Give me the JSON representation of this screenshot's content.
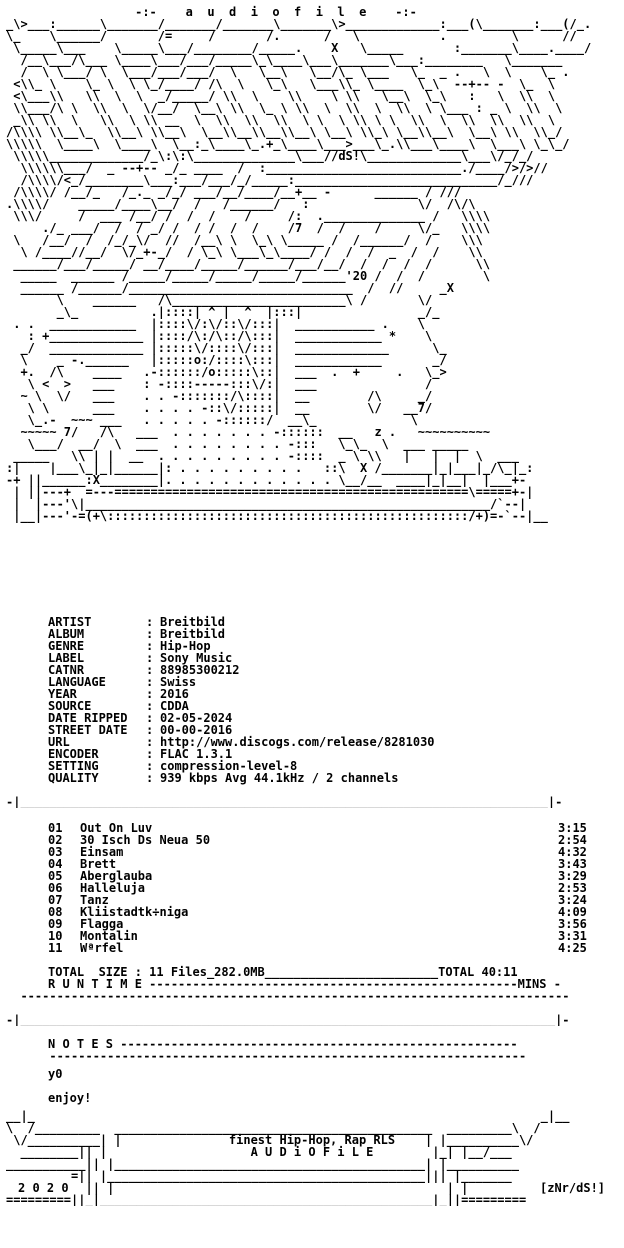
{
  "header": {
    "title": "-:-    a  u  d  i  o  f  i  l  e    -:-",
    "art_tag_ds": "/dS!",
    "art_tag_year": "'20",
    "art_tag_7": "/7"
  },
  "info": {
    "fields": [
      {
        "key": "ARTIST",
        "value": "Breitbild"
      },
      {
        "key": "ALBUM",
        "value": "Breitbild"
      },
      {
        "key": "GENRE",
        "value": "Hip-Hop"
      },
      {
        "key": "LABEL",
        "value": "Sony Music"
      },
      {
        "key": "CATNR",
        "value": "88985300212"
      },
      {
        "key": "LANGUAGE",
        "value": "Swiss"
      },
      {
        "key": "YEAR",
        "value": "2016"
      },
      {
        "key": "SOURCE",
        "value": "CDDA"
      },
      {
        "key": "DATE RIPPED",
        "value": "02-05-2024"
      },
      {
        "key": "STREET DATE",
        "value": "00-00-2016"
      },
      {
        "key": "URL",
        "value": "http://www.discogs.com/release/8281030"
      },
      {
        "key": "ENCODER",
        "value": "FLAC 1.3.1"
      },
      {
        "key": "SETTING",
        "value": "compression-level-8"
      },
      {
        "key": "QUALITY",
        "value": "939 kbps Avg 44.1kHz / 2 channels"
      }
    ]
  },
  "tracklist": {
    "tracks": [
      {
        "no": "01",
        "title": "Out On Luv",
        "duration": "3:15"
      },
      {
        "no": "02",
        "title": "30 Isch Ds Neua 50",
        "duration": "2:54"
      },
      {
        "no": "03",
        "title": "Einsam",
        "duration": "4:32"
      },
      {
        "no": "04",
        "title": "Brett",
        "duration": "3:43"
      },
      {
        "no": "05",
        "title": "Aberglauba",
        "duration": "3:29"
      },
      {
        "no": "06",
        "title": "Halleluja",
        "duration": "2:53"
      },
      {
        "no": "07",
        "title": "Tanz",
        "duration": "3:24"
      },
      {
        "no": "08",
        "title": "Kliistadtk÷niga",
        "duration": "4:09"
      },
      {
        "no": "09",
        "title": "Flagga",
        "duration": "3:56"
      },
      {
        "no": "10",
        "title": "Montalin",
        "duration": "3:31"
      },
      {
        "no": "11",
        "title": "Wªrfel",
        "duration": "4:25"
      }
    ],
    "total_size_line": "TOTAL  SIZE : 11 Files_282.0MB________________________TOTAL 40:11",
    "runtime_line": "R U N T I M E ---------------------------------------------------MINS -"
  },
  "notes": {
    "heading": "N O T E S",
    "lines": [
      "y0",
      "enjoy!"
    ]
  },
  "footer": {
    "tagline": "finest Hip-Hop, Rap RLS",
    "brand": "A U D i O F i L E",
    "year": "2 0 2 0",
    "crew": "[zNr/dS!]"
  }
}
